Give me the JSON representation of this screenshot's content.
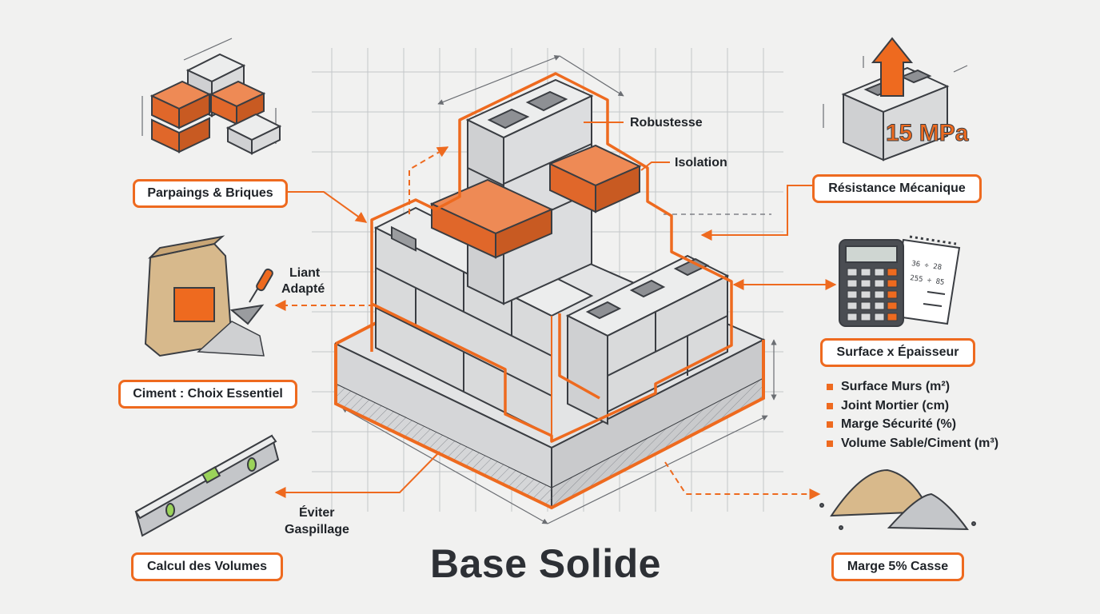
{
  "colors": {
    "accent": "#ee6a1f",
    "brick": "#e0672a",
    "block": "#d9dadb",
    "outline": "#3a3d42",
    "background": "#f1f1f0"
  },
  "title": "Base Solide",
  "labels": {
    "parpaings": "Parpaings & Briques",
    "ciment": "Ciment : Choix Essentiel",
    "volumes": "Calcul des Volumes",
    "resistance": "Résistance Mécanique",
    "surface": "Surface x Épaisseur",
    "marge": "Marge 5% Casse",
    "robustesse": "Robustesse",
    "isolation": "Isolation",
    "liant_line1": "Liant",
    "liant_line2": "Adapté",
    "eviter_line1": "Éviter",
    "eviter_line2": "Gaspillage",
    "mpa": "15 MPa"
  },
  "checklist": [
    "Surface Murs (m²)",
    "Joint Mortier (cm)",
    "Marge Sécurité (%)",
    "Volume Sable/Ciment (m³)"
  ],
  "calculator_note": {
    "line1": "36 ÷ 28",
    "line2": "255 ÷ 85"
  },
  "icons": {
    "bricks": "bricks-stack-icon",
    "cement": "cement-bag-trowel-icon",
    "level": "spirit-level-icon",
    "block_strength": "block-strength-icon",
    "calculator": "calculator-notepad-icon",
    "sand": "sand-piles-icon"
  }
}
